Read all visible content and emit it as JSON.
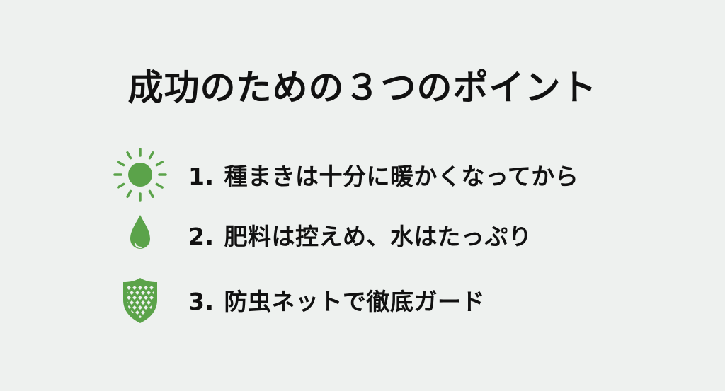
{
  "title": "成功のための３つのポイント",
  "colors": {
    "background": "#eef1ef",
    "icon_green": "#5ba34a",
    "text": "#111111"
  },
  "points": [
    {
      "number": "1.",
      "text": "種まきは十分に暖かくなってから",
      "icon": "sun-icon"
    },
    {
      "number": "2.",
      "text": "肥料は控えめ、水はたっぷり",
      "icon": "water-drop-icon"
    },
    {
      "number": "3.",
      "text": "防虫ネットで徹底ガード",
      "icon": "shield-net-icon"
    }
  ]
}
